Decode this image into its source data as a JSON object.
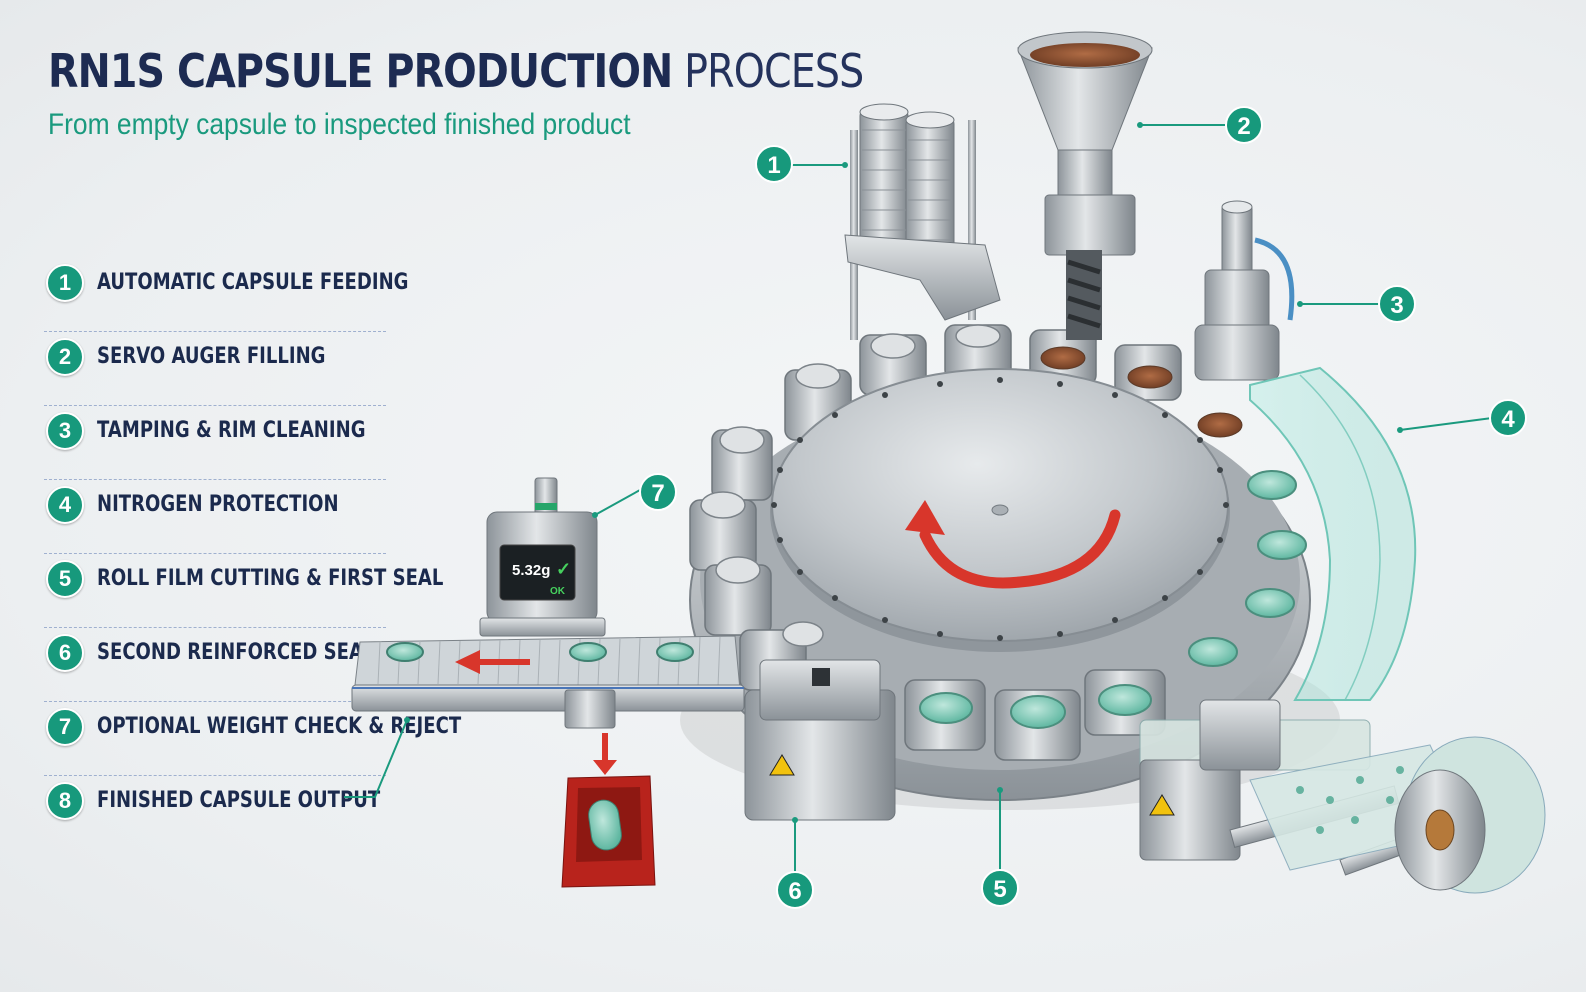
{
  "header": {
    "title_bold": "RN1S CAPSULE PRODUCTION",
    "title_light": "PROCESS",
    "subtitle": "From empty capsule to inspected finished product"
  },
  "steps": [
    {
      "number": "1",
      "label": "AUTOMATIC CAPSULE FEEDING"
    },
    {
      "number": "2",
      "label": "SERVO AUGER FILLING"
    },
    {
      "number": "3",
      "label": "TAMPING & RIM CLEANING"
    },
    {
      "number": "4",
      "label": "NITROGEN PROTECTION"
    },
    {
      "number": "5",
      "label": "ROLL FILM CUTTING & FIRST SEAL"
    },
    {
      "number": "6",
      "label": "SECOND REINFORCED SEAL"
    },
    {
      "number": "7",
      "label": "OPTIONAL WEIGHT CHECK & REJECT"
    },
    {
      "number": "8",
      "label": "FINISHED CAPSULE OUTPUT"
    }
  ],
  "callouts": [
    "1",
    "2",
    "3",
    "4",
    "5",
    "6",
    "7"
  ],
  "weight_display": {
    "value": "5.32g",
    "status": "OK"
  },
  "colors": {
    "accent_teal": "#17997c",
    "title_navy": "#1d2b52",
    "subtitle_green": "#1a9a7e",
    "rotation_arrow_red": "#d8362b",
    "steel": "#b9bec3",
    "reject_bin_red": "#b8231c"
  },
  "icons": [
    "check-mark-icon",
    "rotation-arrow-icon",
    "conveyor-direction-arrow-icon",
    "reject-down-arrow-icon",
    "warning-triangle-icon"
  ]
}
